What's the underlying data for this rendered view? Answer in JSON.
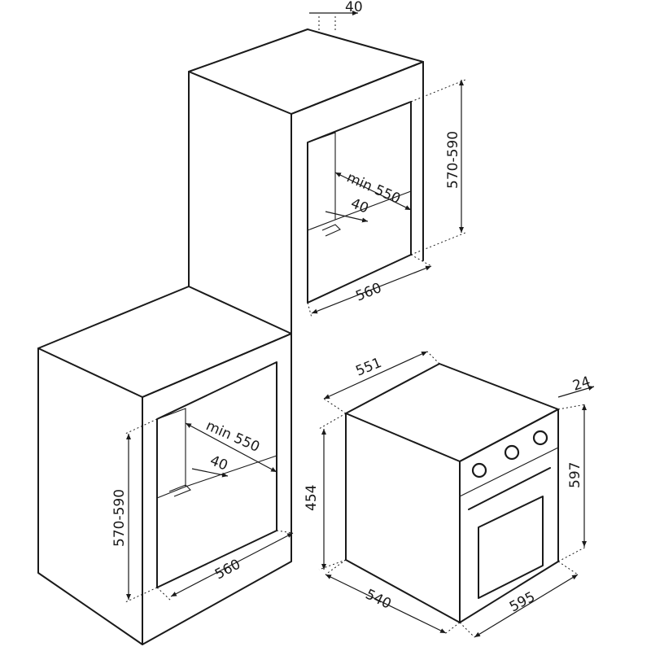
{
  "upper_cabinet": {
    "depth_offset": "40",
    "height": "570-590",
    "min_depth": "min 550",
    "inner_offset": "40",
    "width": "560"
  },
  "lower_cabinet": {
    "min_depth": "min 550",
    "inner_offset": "40",
    "height": "570-590",
    "width": "560"
  },
  "oven": {
    "top_depth": "551",
    "door_depth": "24",
    "front_height": "597",
    "body_height": "454",
    "body_depth": "540",
    "front_width": "595"
  },
  "colors": {
    "line": "#1a1a1a",
    "background": "#ffffff"
  }
}
